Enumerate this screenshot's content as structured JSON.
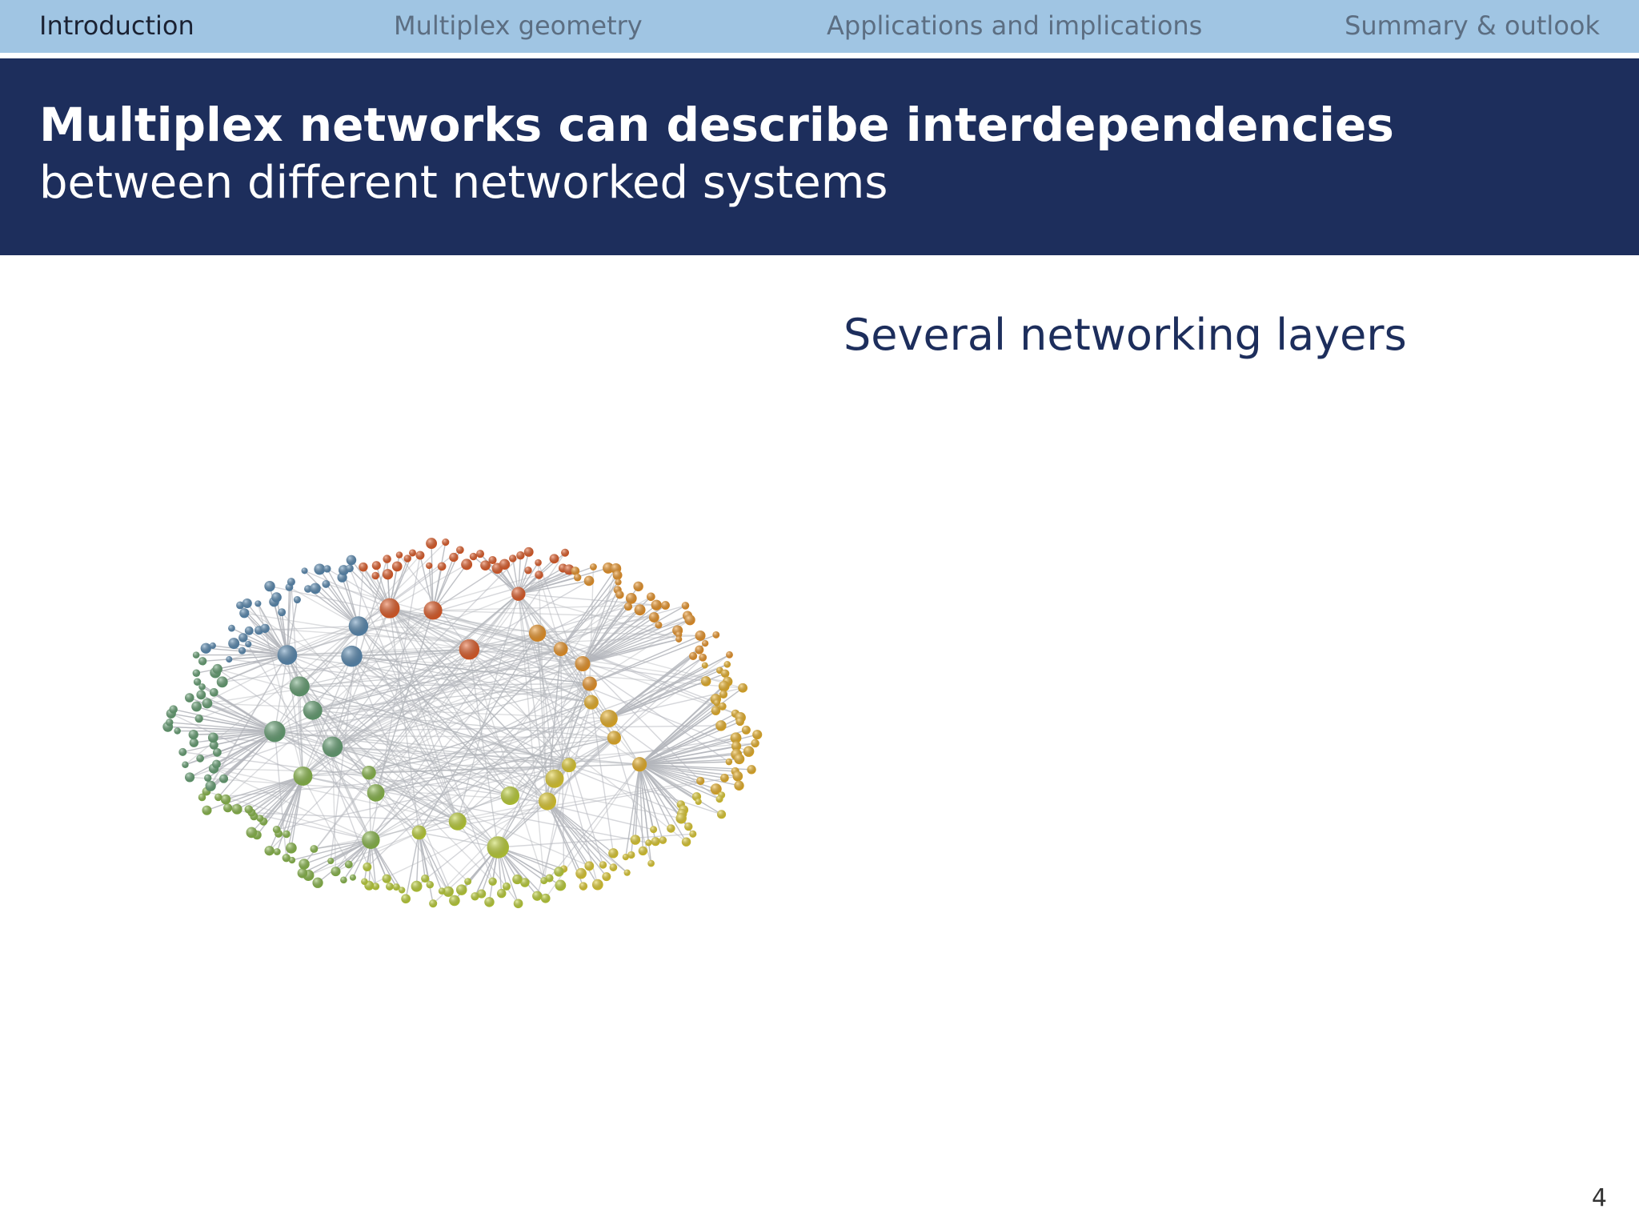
{
  "nav": {
    "items": [
      {
        "label": "Introduction",
        "active": true
      },
      {
        "label": "Multiplex geometry",
        "active": false
      },
      {
        "label": "Applications and implications",
        "active": false
      },
      {
        "label": "Summary & outlook",
        "active": false
      }
    ]
  },
  "header": {
    "title": "Multiplex networks can describe interdependencies",
    "subtitle": "between different networked systems"
  },
  "content": {
    "heading": "Several networking layers"
  },
  "network_colors": [
    "#e8602a",
    "#f39a2a",
    "#f1b72a",
    "#e7d232",
    "#c4d83a",
    "#8fbf4e",
    "#6aa678",
    "#5d8fb8"
  ],
  "footer": {
    "page_number": "4"
  }
}
